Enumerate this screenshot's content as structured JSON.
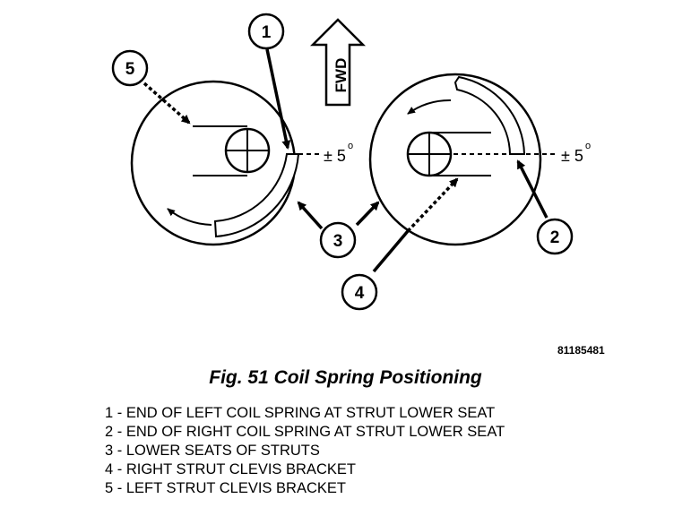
{
  "figure": {
    "caption": "Fig. 51 Coil Spring Positioning",
    "image_id": "81185481",
    "direction_label": "FWD",
    "angle_label": "± 5",
    "degree_symbol": "o"
  },
  "callouts": [
    "1",
    "2",
    "3",
    "4",
    "5"
  ],
  "legend": [
    "1 - END OF LEFT COIL SPRING AT STRUT LOWER SEAT",
    "2 - END OF RIGHT COIL SPRING AT STRUT LOWER SEAT",
    "3 - LOWER SEATS OF STRUTS",
    "4 - RIGHT STRUT CLEVIS BRACKET",
    "5 - LEFT STRUT CLEVIS BRACKET"
  ]
}
